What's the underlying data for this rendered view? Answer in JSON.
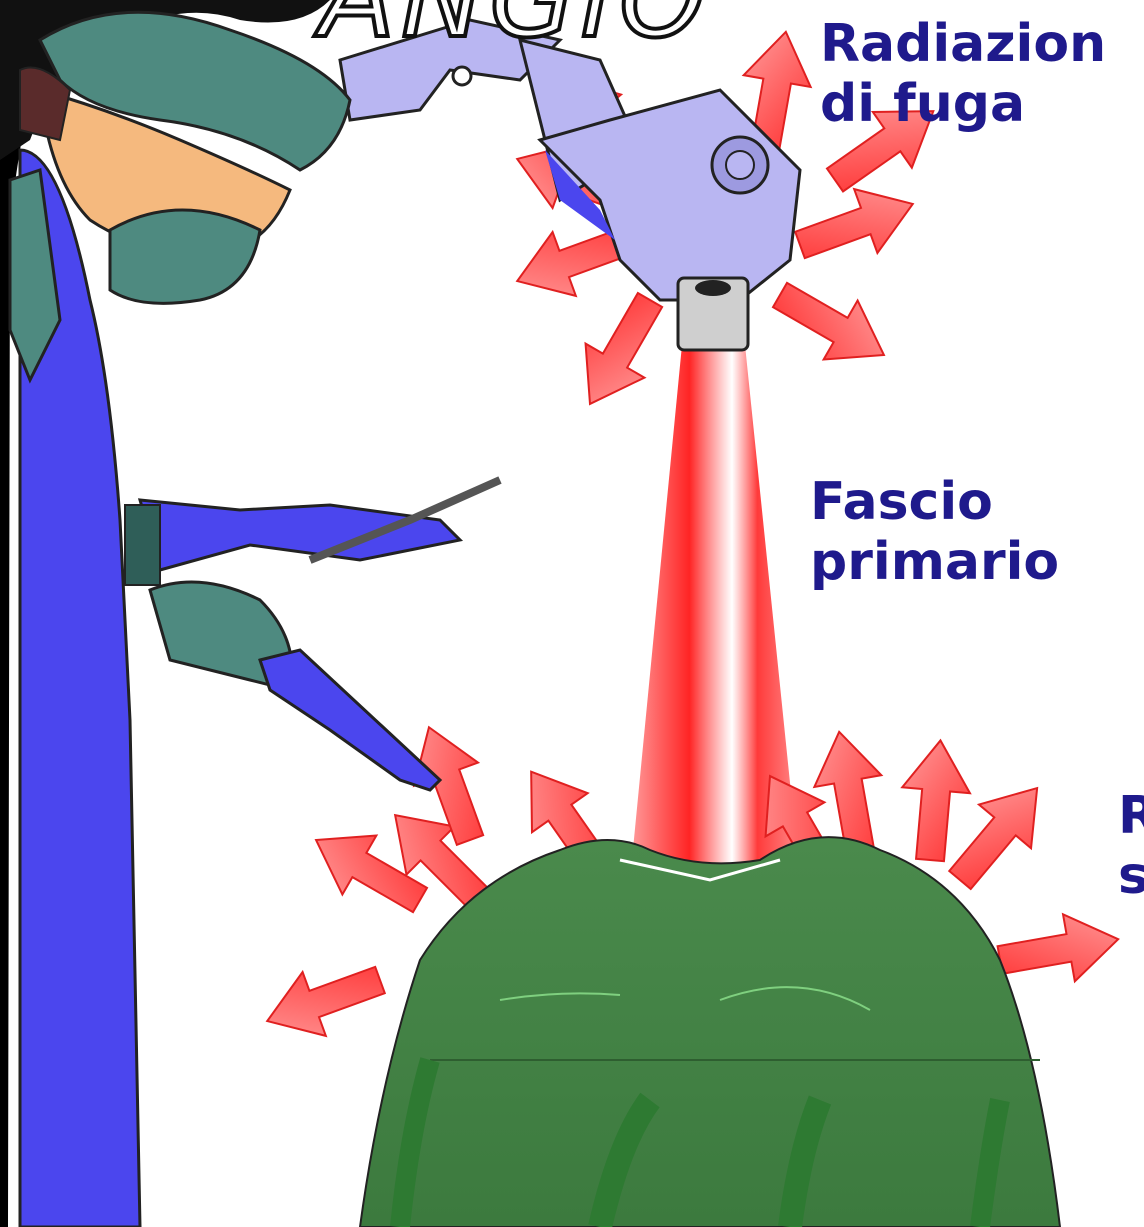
{
  "title_fragment": "ANGIO",
  "labels": {
    "leakage": [
      "Radiazion",
      "di fuga"
    ],
    "primary_beam": [
      "Fascio",
      "primario"
    ],
    "scattered": [
      "R",
      "s"
    ]
  },
  "colors": {
    "label_text": "#1f1a8c",
    "radiation_arrow": "#ff3a3a",
    "beam": "#ff2a2a",
    "drape": "#4f8a4f",
    "gown": "#4b46ee",
    "scrubs": "#4e8a80",
    "xray_tube": "#b9b6f2",
    "skin": "#f5b97e",
    "corner_shadow": "#000000"
  }
}
